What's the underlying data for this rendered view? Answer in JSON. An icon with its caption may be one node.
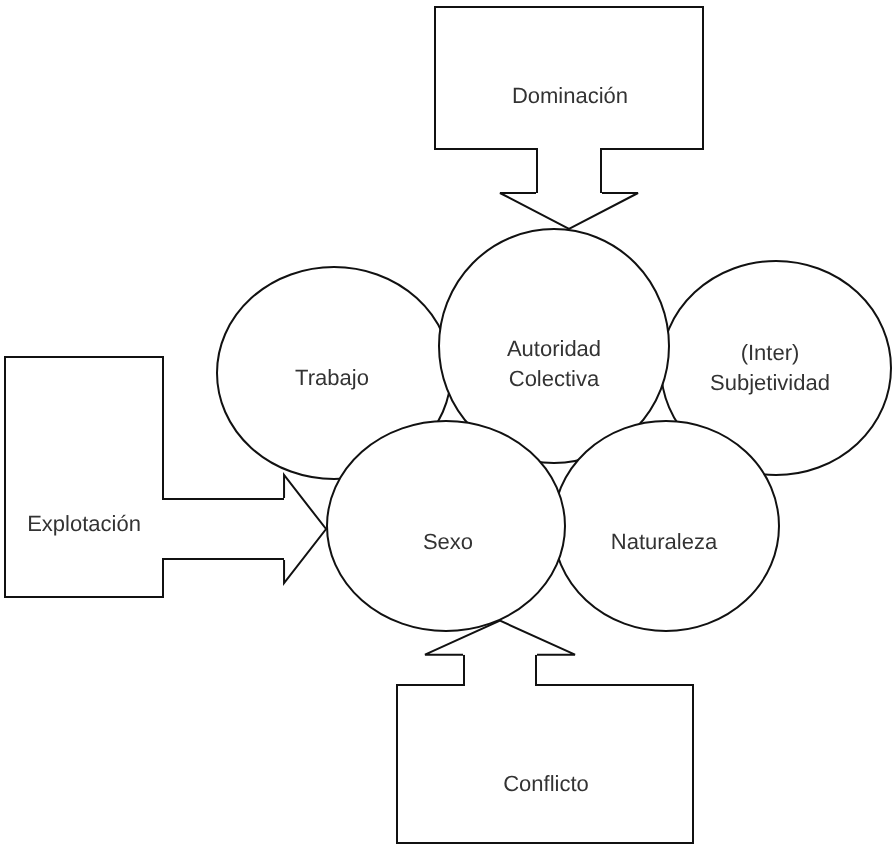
{
  "diagram": {
    "nodes": [
      {
        "text": [
          "Dominación"
        ]
      },
      {
        "text": [
          "Trabajo"
        ]
      },
      {
        "text": [
          "Autoridad Colectiva"
        ]
      },
      {
        "text": [
          "(Inter) Subjetividad"
        ]
      },
      {
        "text": [
          "Explotación"
        ]
      },
      {
        "text": [
          "Sexo"
        ]
      },
      {
        "text": [
          "Naturaleza"
        ]
      },
      {
        "text": [
          "Conflicto"
        ]
      }
    ],
    "edges": [
      {
        "from": 0,
        "to": 2,
        "arrow": "to"
      },
      {
        "from": 4,
        "to": 5,
        "arrow": "to"
      },
      {
        "from": 7,
        "to": 5,
        "arrow": "to"
      }
    ]
  }
}
